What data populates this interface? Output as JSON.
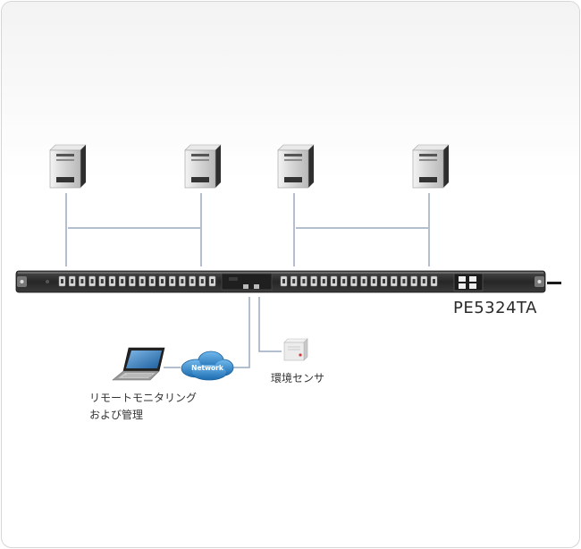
{
  "model_label": "PE5324TA",
  "remote_label_line1": "リモートモニタリング",
  "remote_label_line2": "および管理",
  "sensor_label": "環境センサ",
  "network_label": "Network",
  "icons": {
    "server": "server-tower-icon",
    "laptop": "laptop-icon",
    "network": "network-cloud-icon",
    "sensor": "environment-sensor-icon",
    "pdu": "pdu-rack-icon"
  },
  "colors": {
    "line": "#9aa9bd",
    "pdu_body": "#2b2b2b",
    "cloud": "#2f86c9",
    "background": "#ffffff"
  }
}
